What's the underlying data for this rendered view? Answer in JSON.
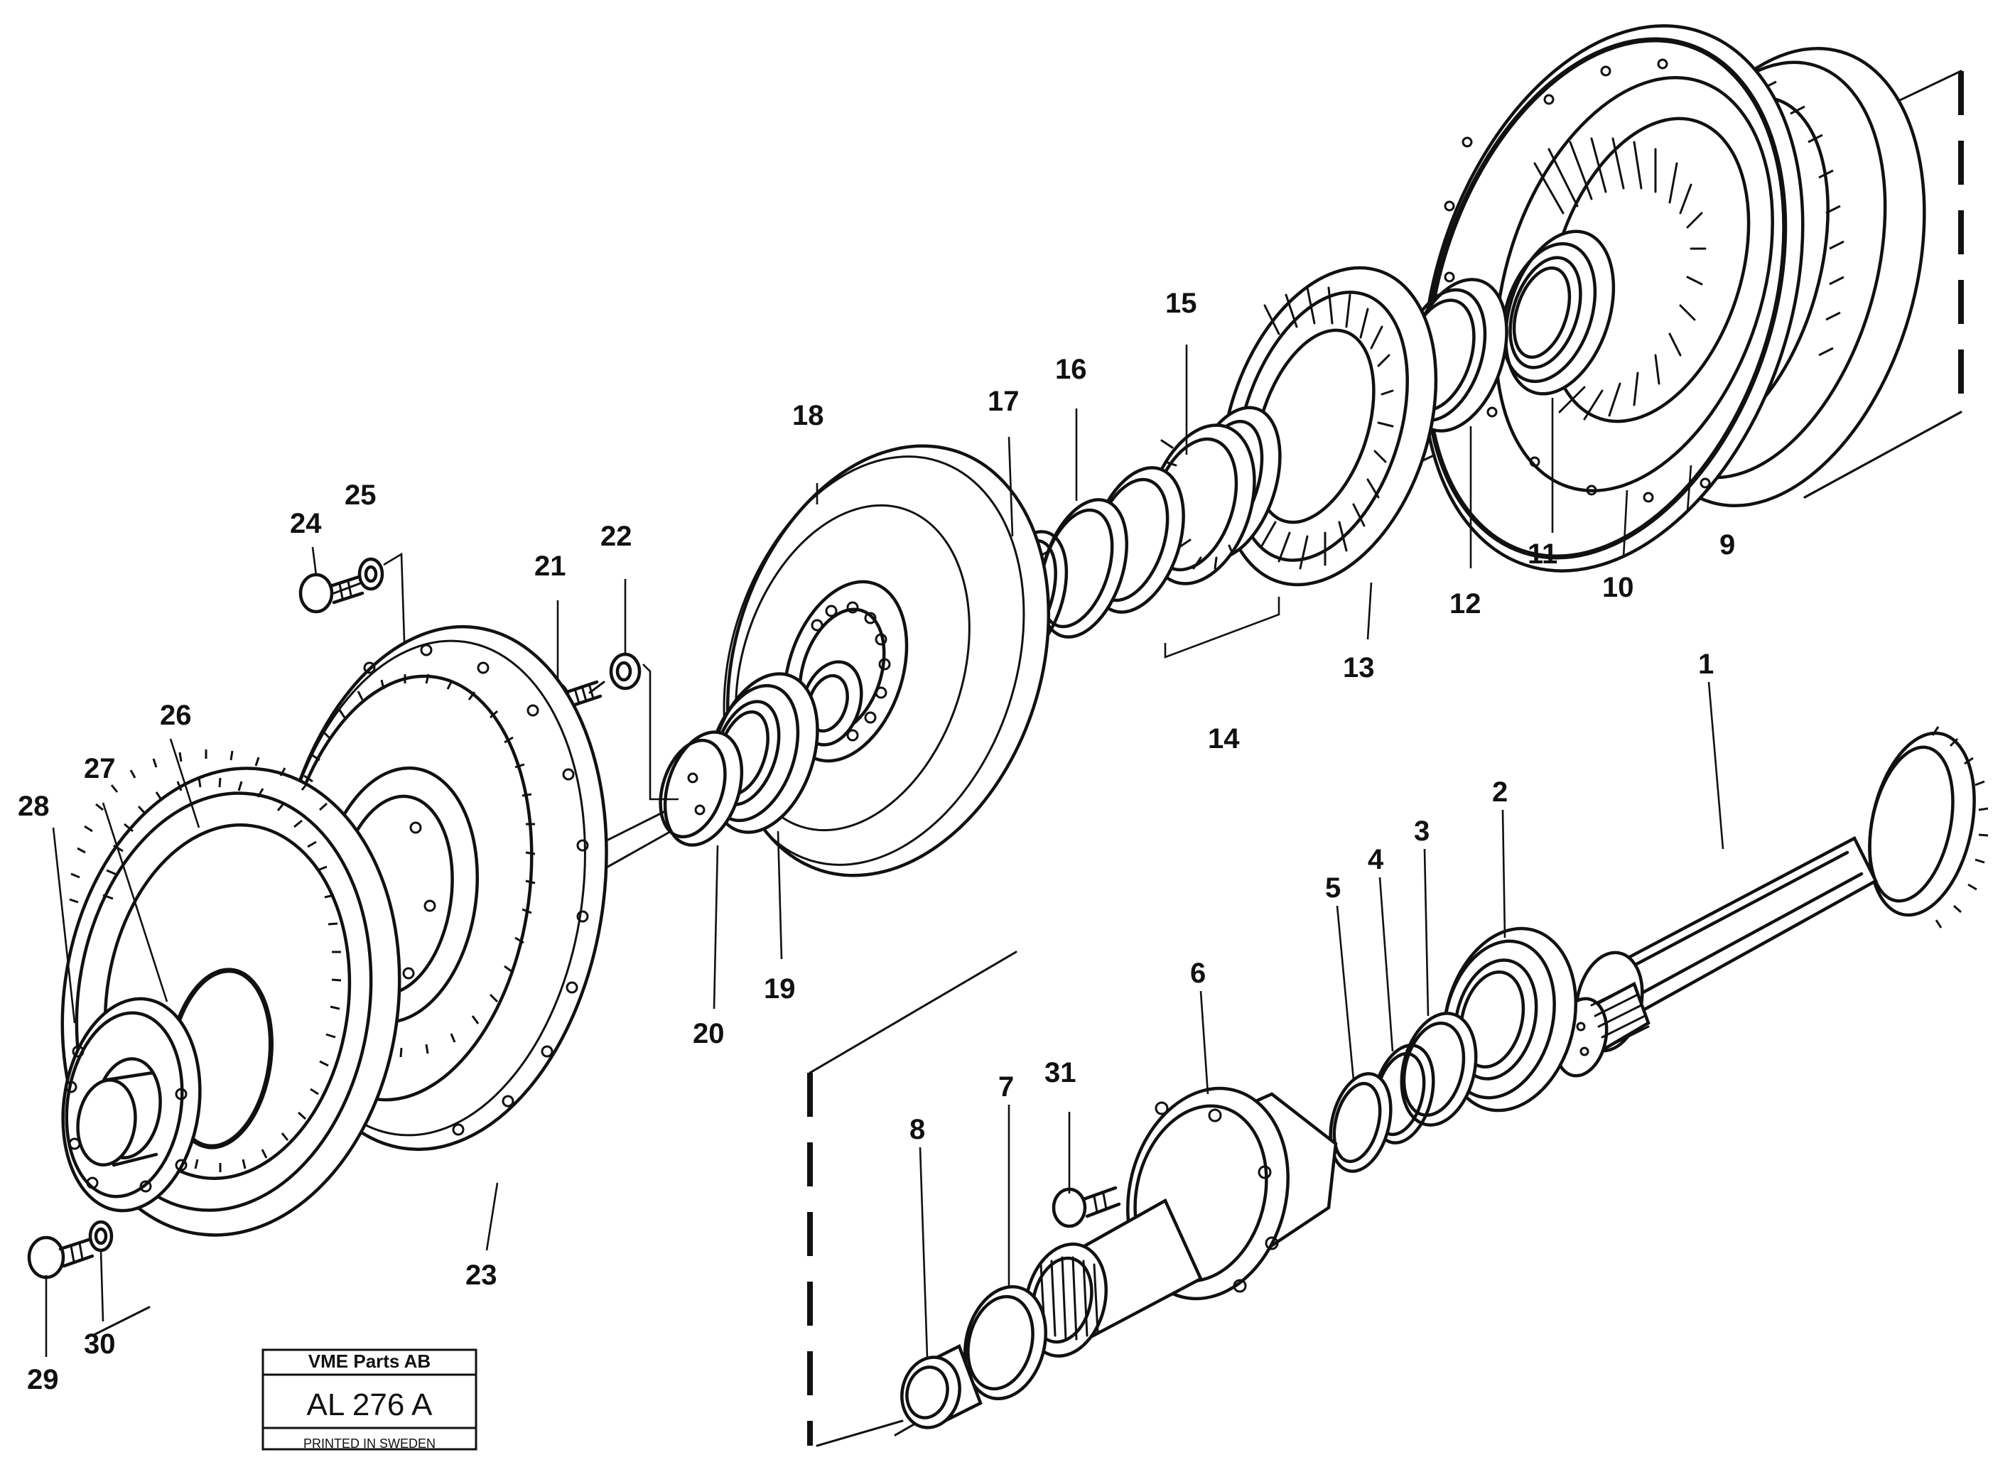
{
  "callouts": [
    {
      "id": "1"
    },
    {
      "id": "2"
    },
    {
      "id": "3"
    },
    {
      "id": "4"
    },
    {
      "id": "5"
    },
    {
      "id": "6"
    },
    {
      "id": "7"
    },
    {
      "id": "8"
    },
    {
      "id": "9"
    },
    {
      "id": "10"
    },
    {
      "id": "11"
    },
    {
      "id": "12"
    },
    {
      "id": "13"
    },
    {
      "id": "14"
    },
    {
      "id": "15"
    },
    {
      "id": "16"
    },
    {
      "id": "17"
    },
    {
      "id": "18"
    },
    {
      "id": "19"
    },
    {
      "id": "20"
    },
    {
      "id": "21"
    },
    {
      "id": "22"
    },
    {
      "id": "23"
    },
    {
      "id": "24"
    },
    {
      "id": "25"
    },
    {
      "id": "26"
    },
    {
      "id": "27"
    },
    {
      "id": "28"
    },
    {
      "id": "29"
    },
    {
      "id": "30"
    },
    {
      "id": "31"
    }
  ],
  "stamp": {
    "company": "VME Parts AB",
    "drawing_number": "AL 276 A",
    "printed": "PRINTED IN SWEDEN"
  },
  "colors": {
    "ink": "#111111",
    "paper": "#ffffff"
  }
}
